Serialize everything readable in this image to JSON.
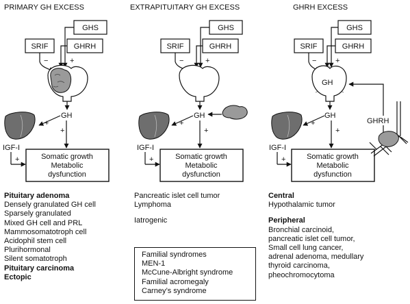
{
  "panels": [
    {
      "title": "PRIMARY GH EXCESS",
      "srif": "SRIF",
      "ghs": "GHS",
      "ghrh": "GHRH",
      "minus": "−",
      "plus": "+",
      "gh": "GH",
      "liver_plus": "+",
      "gh_plus": "+",
      "igf": "IGF-I",
      "igf_plus": "+",
      "box": [
        "Somatic growth",
        "Metabolic",
        "dysfunction"
      ]
    },
    {
      "title": "EXTRAPITUITARY GH EXCESS",
      "srif": "SRIF",
      "ghs": "GHS",
      "ghrh": "GHRH",
      "minus": "−",
      "plus": "+",
      "gh": "GH",
      "liver_plus": "+",
      "gh_plus": "+",
      "igf": "IGF-I",
      "igf_plus": "+",
      "box": [
        "Somatic growth",
        "Metabolic",
        "dysfunction"
      ]
    },
    {
      "title": "GHRH EXCESS",
      "srif": "SRIF",
      "ghs": "GHS",
      "ghrh": "GHRH",
      "minus": "−",
      "plus": "+",
      "gh": "GH",
      "ectopic_ghrh": "GHRH",
      "liver_plus": "+",
      "gh_plus": "+",
      "igf": "IGF-I",
      "igf_plus": "+",
      "box": [
        "Somatic growth",
        "Metabolic",
        "dysfunction"
      ]
    }
  ],
  "lists": {
    "primary": [
      {
        "text": "Pituitary adenoma",
        "bold": true
      },
      {
        "text": "Densely granulated GH cell",
        "bold": false
      },
      {
        "text": "Sparsely granulated",
        "bold": false
      },
      {
        "text": "Mixed GH cell and PRL",
        "bold": false
      },
      {
        "text": "Mammosomatotroph cell",
        "bold": false
      },
      {
        "text": "Acidophil stem cell",
        "bold": false
      },
      {
        "text": "Plurihormonal",
        "bold": false
      },
      {
        "text": "Silent somatotroph",
        "bold": false
      },
      {
        "text": "Pituitary carcinoma",
        "bold": true
      },
      {
        "text": "Ectopic",
        "bold": true
      }
    ],
    "extrapituitary": [
      "Pancreatic islet cell tumor",
      "Lymphoma"
    ],
    "iatrogenic": "Iatrogenic",
    "familial": [
      "Familial syndromes",
      "MEN-1",
      "McCune-Albright syndrome",
      "Familial acromegaly",
      "Carney’s syndrome"
    ],
    "central_heading": "Central",
    "central": [
      "Hypothalamic tumor"
    ],
    "peripheral_heading": "Peripheral",
    "peripheral": [
      "Bronchial carcinoid,",
      "pancreatic islet cell tumor,",
      "Small cell lung cancer,",
      "adrenal adenoma, medullary",
      "thyroid carcinoma,",
      "pheochromocytoma"
    ]
  },
  "colors": {
    "ink": "#111111",
    "liver": "#6e6e6e",
    "tumor": "#9a9a9a",
    "background": "#ffffff"
  }
}
